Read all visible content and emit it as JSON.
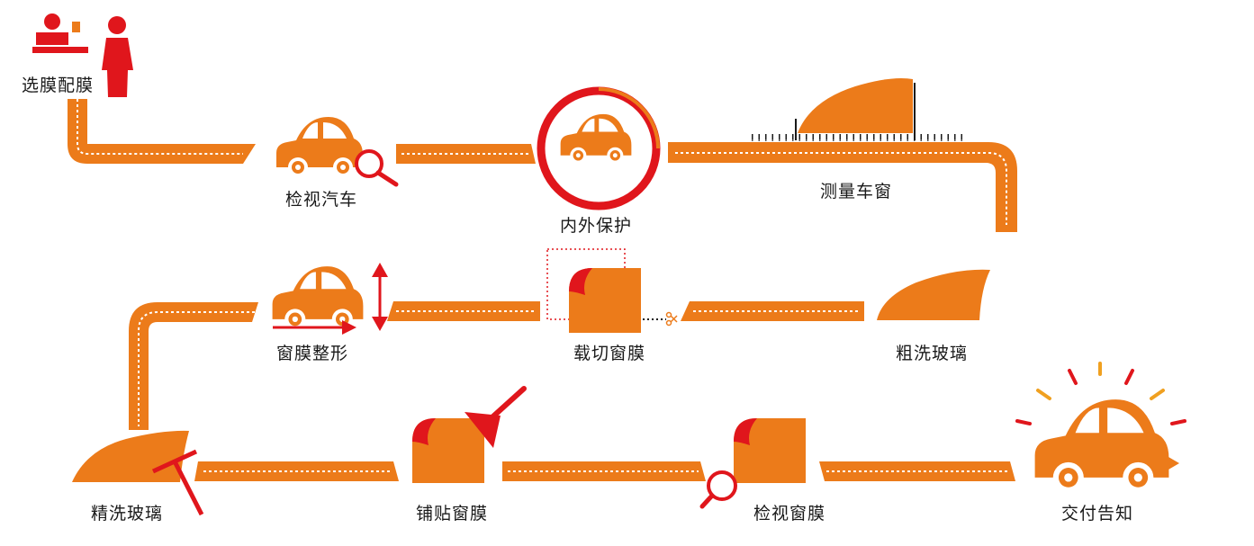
{
  "colors": {
    "orange": "#EC7B1A",
    "red": "#E0161C",
    "dashes": "#FFFFFF"
  },
  "steps": [
    {
      "label": "选膜配膜",
      "icon": "consultant-icon"
    },
    {
      "label": "检视汽车",
      "icon": "car-magnifier-icon"
    },
    {
      "label": "内外保护",
      "icon": "protected-car-icon"
    },
    {
      "label": "测量车窗",
      "icon": "window-measure-icon"
    },
    {
      "label": "粗洗玻璃",
      "icon": "glass-icon"
    },
    {
      "label": "载切窗膜",
      "icon": "film-cut-icon"
    },
    {
      "label": "窗膜整形",
      "icon": "car-arrows-icon"
    },
    {
      "label": "精洗玻璃",
      "icon": "glass-squeegee-icon"
    },
    {
      "label": "铺贴窗膜",
      "icon": "film-apply-icon"
    },
    {
      "label": "检视窗膜",
      "icon": "film-magnifier-icon"
    },
    {
      "label": "交付告知",
      "icon": "shining-car-icon"
    }
  ]
}
